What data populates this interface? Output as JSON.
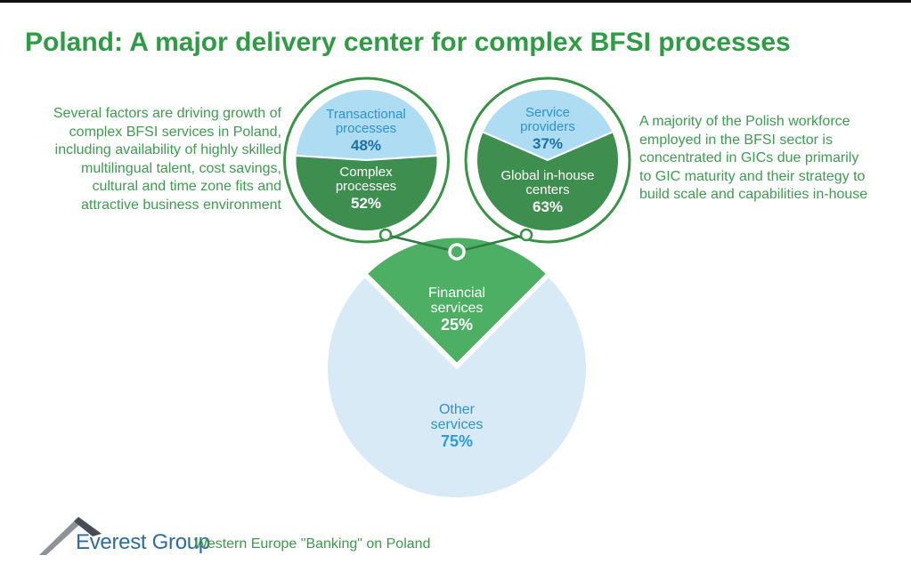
{
  "slide": {
    "title": "Poland: A major delivery center for complex BFSI processes"
  },
  "annotations": {
    "left": "Several factors are driving growth of\ncomplex BFSI services in Poland,\nincluding availability of highly skilled\nmultilingual talent, cost savings,\ncultural and time zone fits and\nattractive business environment",
    "right": "A majority of the Polish workforce\nemployed in the BFSI sector is\nconcentrated in GICs due primarily\nto GIC maturity and their strategy to\nbuild scale and capabilities in-house"
  },
  "footer": {
    "brand": "Everest Group",
    "brand_icon": "mountain-peak-icon",
    "caption": "Western Europe \"Banking\" on Poland"
  },
  "colors": {
    "title_green": "#2f9b45",
    "note_green": "#3f9b50",
    "pie_green_dark": "#3e8e4f",
    "pie_green_light": "#4caf63",
    "pie_blue_light": "#aedcf2",
    "pie_blue_pale": "#d8eaf6",
    "ring_green": "#3a9247",
    "connector_green": "#2e7c41",
    "label_blue": "#2e93c9",
    "label_blue_dark": "#1d6fa4",
    "brand_blue": "#2d6ba3",
    "white": "#ffffff"
  },
  "chart_data": [
    {
      "type": "pie",
      "name": "process-mix",
      "layout_hint": "small pie, first segment centered at top, green outer ring",
      "segments": [
        {
          "label": "Transactional processes",
          "value": 48,
          "value_label": "48%",
          "fill": "#aedcf2"
        },
        {
          "label": "Complex processes",
          "value": 52,
          "value_label": "52%",
          "fill": "#3e8e4f"
        }
      ]
    },
    {
      "type": "pie",
      "name": "sourcing-mix",
      "layout_hint": "small pie, first segment centered at top, green outer ring",
      "segments": [
        {
          "label": "Service providers",
          "value": 37,
          "value_label": "37%",
          "fill": "#aedcf2"
        },
        {
          "label": "Global in-house centers",
          "value": 63,
          "value_label": "63%",
          "fill": "#3e8e4f"
        }
      ]
    },
    {
      "type": "pie",
      "name": "services-mix",
      "layout_hint": "large pie, first segment exploded wedge centered at top",
      "segments": [
        {
          "label": "Financial services",
          "value": 25,
          "value_label": "25%",
          "fill": "#4caf63",
          "exploded": true
        },
        {
          "label": "Other services",
          "value": 75,
          "value_label": "75%",
          "fill": "#d8eaf6"
        }
      ]
    }
  ]
}
